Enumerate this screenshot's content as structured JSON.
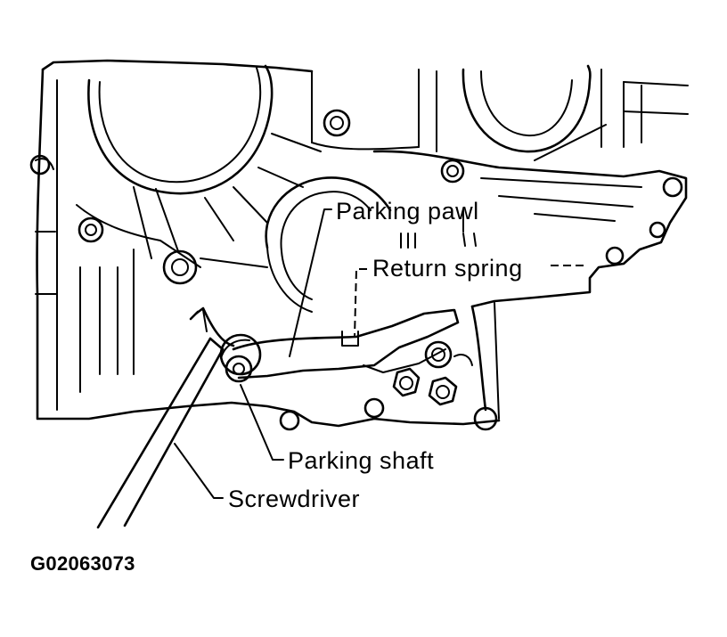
{
  "diagram": {
    "labels": {
      "parking_pawl": "Parking pawl",
      "return_spring": "Return spring",
      "parking_shaft": "Parking shaft",
      "screwdriver": "Screwdriver"
    },
    "figure_id": "G02063073"
  }
}
